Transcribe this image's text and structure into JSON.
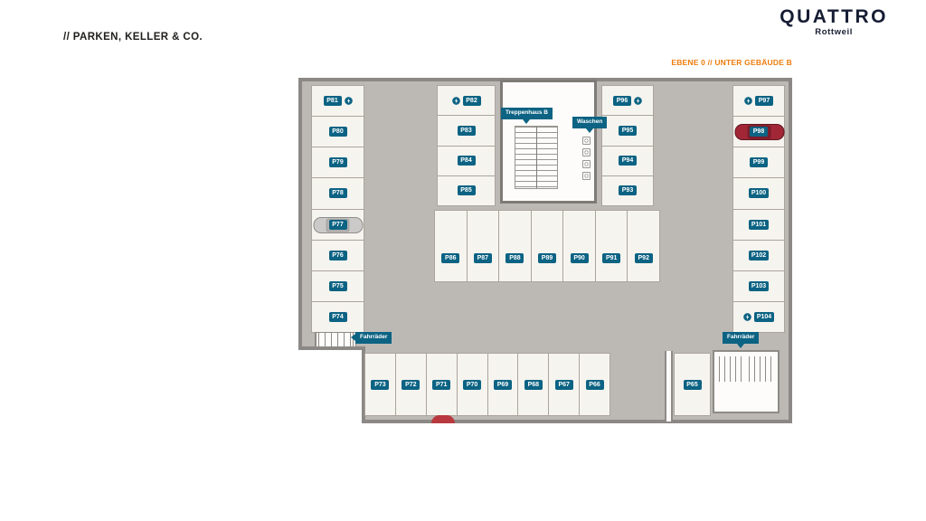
{
  "header": {
    "title": "// PARKEN, KELLER & CO.",
    "logo_name": "QUATTRO",
    "logo_sub": "Rottweil"
  },
  "plan": {
    "level_label": "EBENE 0 // UNTER GEBÄUDE B",
    "flags": {
      "stairs": "Treppenhaus B",
      "wash": "Waschen",
      "bikes_left": "Fahrräder",
      "bikes_right": "Fahrräder"
    },
    "left_column": [
      "P81",
      "P80",
      "P79",
      "P78",
      "P77",
      "P76",
      "P75",
      "P74"
    ],
    "mid_left_column": [
      "P82",
      "P83",
      "P84",
      "P85"
    ],
    "mid_right_column": [
      "P96",
      "P95",
      "P94",
      "P93"
    ],
    "right_column": [
      "P97",
      "P98",
      "P99",
      "P100",
      "P101",
      "P102",
      "P103",
      "P104"
    ],
    "middle_row": [
      "P86",
      "P87",
      "P88",
      "P89",
      "P90",
      "P91",
      "P92"
    ],
    "bottom_row": [
      "P73",
      "P72",
      "P71",
      "P70",
      "P69",
      "P68",
      "P67",
      "P66"
    ],
    "p65": "P65",
    "cars": [
      {
        "stall": "P77",
        "color": "#cbcac8"
      },
      {
        "stall": "P98",
        "color": "#a12737"
      }
    ],
    "colors": {
      "chip": "#0c6383",
      "accent_orange": "#ee7b0c",
      "floor": "#bcb9b5",
      "wall": "#8b8885",
      "stall": "#f6f4ef"
    }
  }
}
